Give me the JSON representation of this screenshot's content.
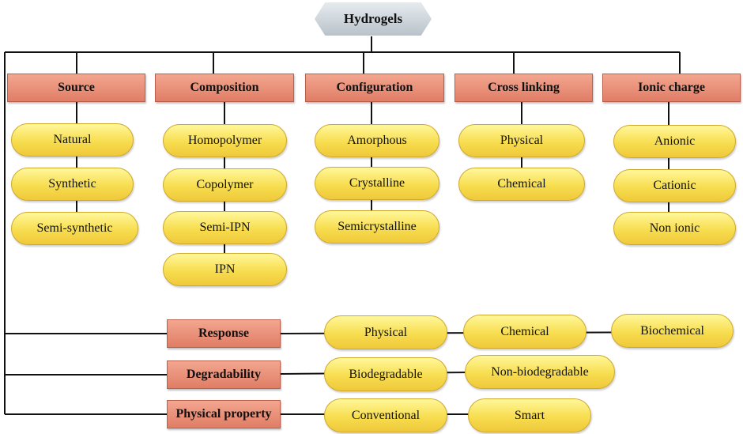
{
  "root": "Hydrogels",
  "categories": {
    "source": {
      "label": "Source",
      "items": [
        "Natural",
        "Synthetic",
        "Semi-synthetic"
      ]
    },
    "composition": {
      "label": "Composition",
      "items": [
        "Homopolymer",
        "Copolymer",
        "Semi-IPN",
        "IPN"
      ]
    },
    "configuration": {
      "label": "Configuration",
      "items": [
        "Amorphous",
        "Crystalline",
        "Semicrystalline"
      ]
    },
    "cross_linking": {
      "label": "Cross linking",
      "items": [
        "Physical",
        "Chemical"
      ]
    },
    "ionic_charge": {
      "label": "Ionic charge",
      "items": [
        "Anionic",
        "Cationic",
        "Non ionic"
      ]
    },
    "response": {
      "label": "Response",
      "items": [
        "Physical",
        "Chemical",
        "Biochemical"
      ]
    },
    "degradability": {
      "label": "Degradability",
      "items": [
        "Biodegradable",
        "Non-biodegradable"
      ]
    },
    "physical_property": {
      "label": "Physical property",
      "items": [
        "Conventional",
        "Smart"
      ]
    }
  },
  "colors": {
    "category": "#e8917a",
    "item": "#f9e05a",
    "root": "#c9d1d8",
    "line": "#111111"
  }
}
